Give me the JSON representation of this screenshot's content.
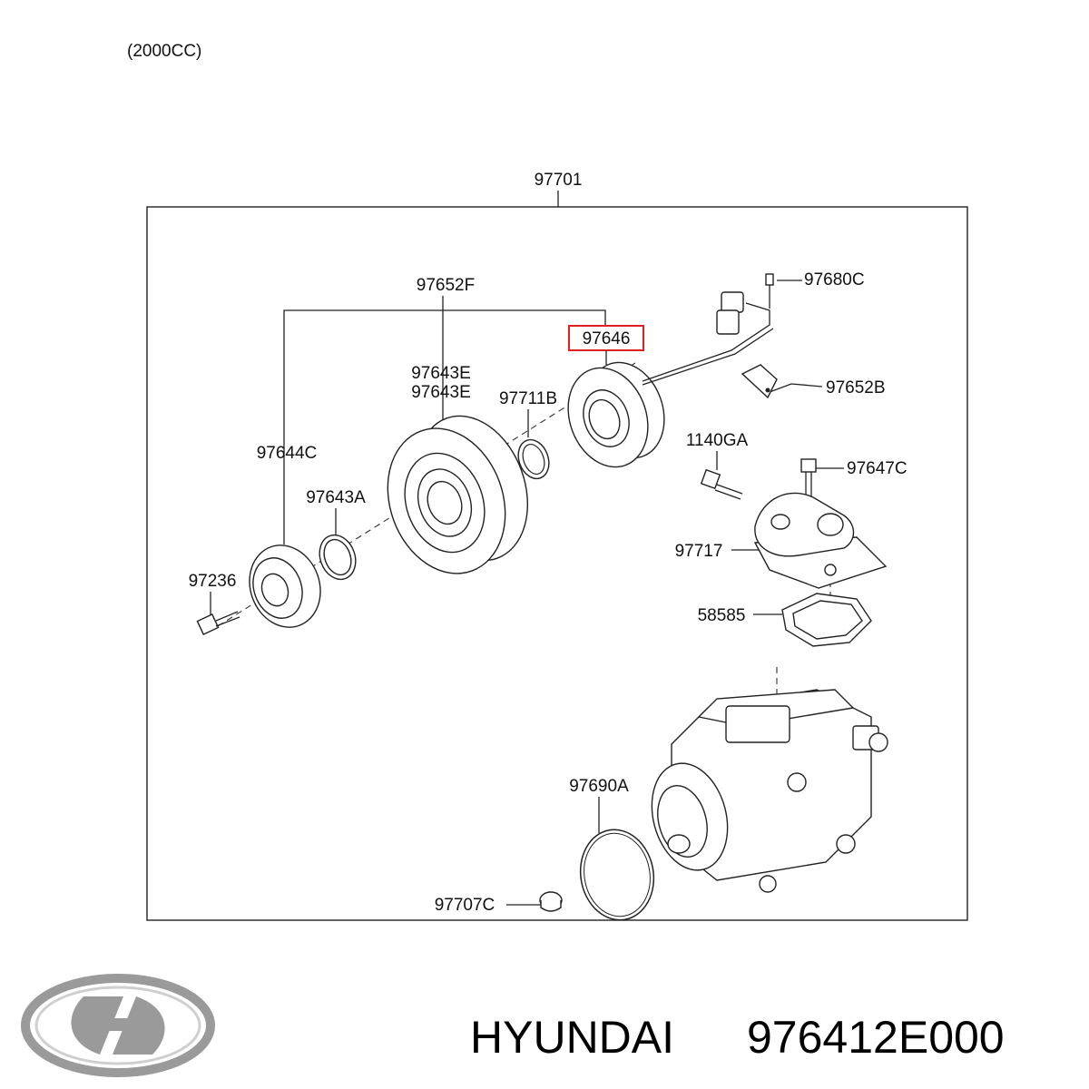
{
  "engine_note": "(2000CC)",
  "assembly_label": "97701",
  "highlighted_part": "97646",
  "part_labels": {
    "p97652F": "97652F",
    "p97646": "97646",
    "p97680C": "97680C",
    "p97652B": "97652B",
    "p97643E_1": "97643E",
    "p97643E_2": "97643E",
    "p97711B": "97711B",
    "p97644C": "97644C",
    "p1140GA": "1140GA",
    "p97647C": "97647C",
    "p97643A": "97643A",
    "p97717": "97717",
    "p97236": "97236",
    "p58585": "58585",
    "p97690A": "97690A",
    "p97707C": "97707C"
  },
  "caption": {
    "brand": "HYUNDAI",
    "part_number": "976412E000"
  },
  "colors": {
    "highlight_box": "#e02020",
    "line": "#222222",
    "logo": "#9a9a9a"
  },
  "icons": [
    "hyundai-logo-icon"
  ]
}
